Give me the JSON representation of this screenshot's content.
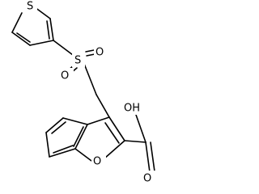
{
  "molecule": {
    "atoms": {
      "sulfur_thiophene": "S",
      "sulfur_sulfonyl": "S",
      "oxygen_sulfonyl_top": "O",
      "oxygen_sulfonyl_bottom": "O",
      "oxygen_furan": "O",
      "hydroxyl": "OH",
      "oxygen_carbonyl": "O"
    }
  }
}
